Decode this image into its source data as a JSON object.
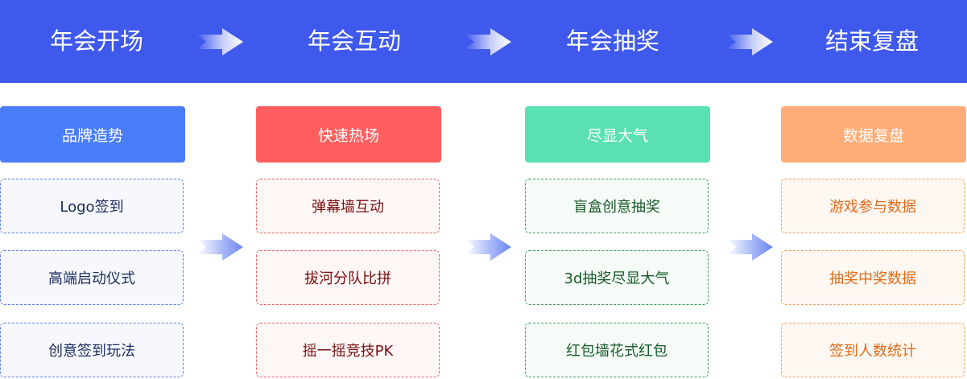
{
  "stages": [
    {
      "label": "年会开场"
    },
    {
      "label": "年会互动"
    },
    {
      "label": "年会抽奖"
    },
    {
      "label": "结束复盘"
    }
  ],
  "columns": [
    {
      "header": "品牌造势",
      "items": [
        "Logo签到",
        "高端启动仪式",
        "创意签到玩法"
      ],
      "color": "#4a7dfa"
    },
    {
      "header": "快速热场",
      "items": [
        "弹幕墙互动",
        "拔河分队比拼",
        "摇一摇竞技PK"
      ],
      "color": "#ff5e5e"
    },
    {
      "header": "尽显大气",
      "items": [
        "盲盒创意抽奖",
        "3d抽奖尽显大气",
        "红包墙花式红包"
      ],
      "color": "#5be0b2"
    },
    {
      "header": "数据复盘",
      "items": [
        "游戏参与数据",
        "抽奖中奖数据",
        "签到人数统计"
      ],
      "color": "#ffad78"
    }
  ],
  "colors": {
    "banner": "#3f59ec"
  }
}
